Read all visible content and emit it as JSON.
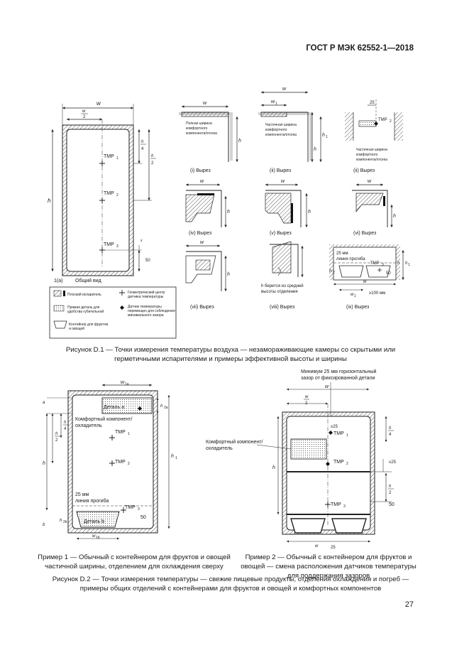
{
  "header": {
    "title": "ГОСТ Р МЭК 62552-1—2018"
  },
  "page_number": "27",
  "fig1": {
    "caption": "Рисунок D.1 — Точки измерения температуры воздуха — незамораживающие камеры со скрытыми или герметичными испарителями и примеры эффективной высоты и ширины",
    "main": {
      "w": "w",
      "w_half": "w",
      "two": "2",
      "h": "h",
      "h4_num": "h",
      "h4_den": "4",
      "h2_num": "h",
      "h2_den": "2",
      "tmp1": "TMP",
      "s1": "1",
      "tmp2": "TMP",
      "s2": "2",
      "tmp3": "TMP",
      "s3": "3",
      "x": "x",
      "fifty": "50",
      "label_num": "1(a)",
      "label": "Общий вид"
    },
    "sub_i": {
      "w": "w",
      "h": "h",
      "note": [
        "Полная ширина",
        "комфортного",
        "компонента/отсека"
      ],
      "label": "(i) Вырез"
    },
    "sub_ii": {
      "w": "w",
      "w1": "w",
      "w1s": "1",
      "h": "h",
      "h1": "h",
      "h1s": "1",
      "note": [
        "Частичная ширина",
        "комфортного",
        "компонента/отсека"
      ],
      "label": "(ii) Вырез"
    },
    "sub_iib": {
      "d25": "25",
      "tmp": "TMP",
      "s": "2",
      "note": [
        "Частичная ширина",
        "комфортного",
        "компонента/отсека"
      ],
      "label": "(ii) Вырез"
    },
    "sub_iv": {
      "w": "w",
      "h": "h",
      "label": "(iv) Вырез"
    },
    "sub_v": {
      "w": "w",
      "h": "h",
      "label": "(v) Вырез"
    },
    "sub_vi": {
      "w": "w",
      "h": "h",
      "label": "(vi) Вырез"
    },
    "sub_vii": {
      "w": "w",
      "h": "h",
      "label": "(vii) Вырез"
    },
    "sub_viii": {
      "h": "h",
      "note": [
        "h берется из средней",
        "высоты отделения"
      ],
      "label": "(viii) Вырез"
    },
    "sub_ix": {
      "mm25": "25 мм",
      "sag": "линия прогиба",
      "tmp": "TMP",
      "s": "3",
      "fifty": "50",
      "h": "h",
      "h1": "h",
      "h1s": "1",
      "h2": "h",
      "h2s": "2",
      "w": "w",
      "w1": "w",
      "w1s": "1",
      "ge100": "≥100 мм",
      "label": "(ix) Вырез"
    },
    "legend": [
      {
        "text": [
          "Плоский испаритель"
        ]
      },
      {
        "text": [
          "Прямая деталь для",
          "удобства губительной"
        ]
      },
      {
        "text": [
          "Контейнер для фруктов",
          "и овощей"
        ]
      },
      {
        "text": [
          "Геометрический центр",
          "датчика температуры"
        ]
      },
      {
        "text": [
          "Датчик температуры",
          "перемещен для соблюдения",
          "минимального зазора"
        ]
      }
    ]
  },
  "fig2": {
    "caption": "Рисунок D.2 — Точки измерения температуры — свежие пищевые продукты, отделения охлаждения и погреб — примеры общих отделений с контейнерами для фруктов и овощей и комфортных компонентов",
    "ex1": {
      "caption": "Пример 1 — Обычный с контейнером для фруктов и овощей частичной ширины, отделением для охлаждения сверху",
      "w1a": "w",
      "w1as": "1a",
      "a": "a",
      "detail_a": "Деталь a",
      "h2a": "h",
      "h2as": "2a",
      "comfort": [
        "Комфортный компонент/",
        "охладитель"
      ],
      "h4_num": "h",
      "h4_den": "4",
      "h2_num": "h",
      "h2_den": "2",
      "h": "h",
      "h1": "h",
      "h1s": "1",
      "tmp1": "TMP",
      "s1": "1",
      "tmp2": "TMP",
      "s2": "2",
      "tmp3": "TMP",
      "s3": "3",
      "mm25": "25 мм",
      "sag": "линия прогиба",
      "fifty": "50",
      "b": "b",
      "h2b": "h",
      "h2bs": "2b",
      "detail_b": "Деталь b",
      "w1b": "w",
      "w1bs": "1b"
    },
    "ex2": {
      "caption": "Пример 2 — Обычный с контейнером для фруктов и овощей — смена расположения датчиков температуры для поддержания зазоров",
      "note": [
        "Минимум 25 мм горизонтальный",
        "зазор от фиксированной детали"
      ],
      "w": "w",
      "w_half": "w",
      "two": "2",
      "ge25a": "≥25",
      "ge25b": "≥25",
      "comfort": [
        "Комфортный компонент/",
        "охладитель"
      ],
      "h": "h",
      "h4_num": "h",
      "h4_den": "4",
      "h2_num": "h",
      "h2_den": "2",
      "tmp1": "TMP",
      "s1": "1",
      "tmp2": "TMP",
      "s2": "2",
      "tmp3": "TMP",
      "s3": "3",
      "fifty": "50",
      "wb": "w",
      "twentyfive": "25"
    }
  }
}
